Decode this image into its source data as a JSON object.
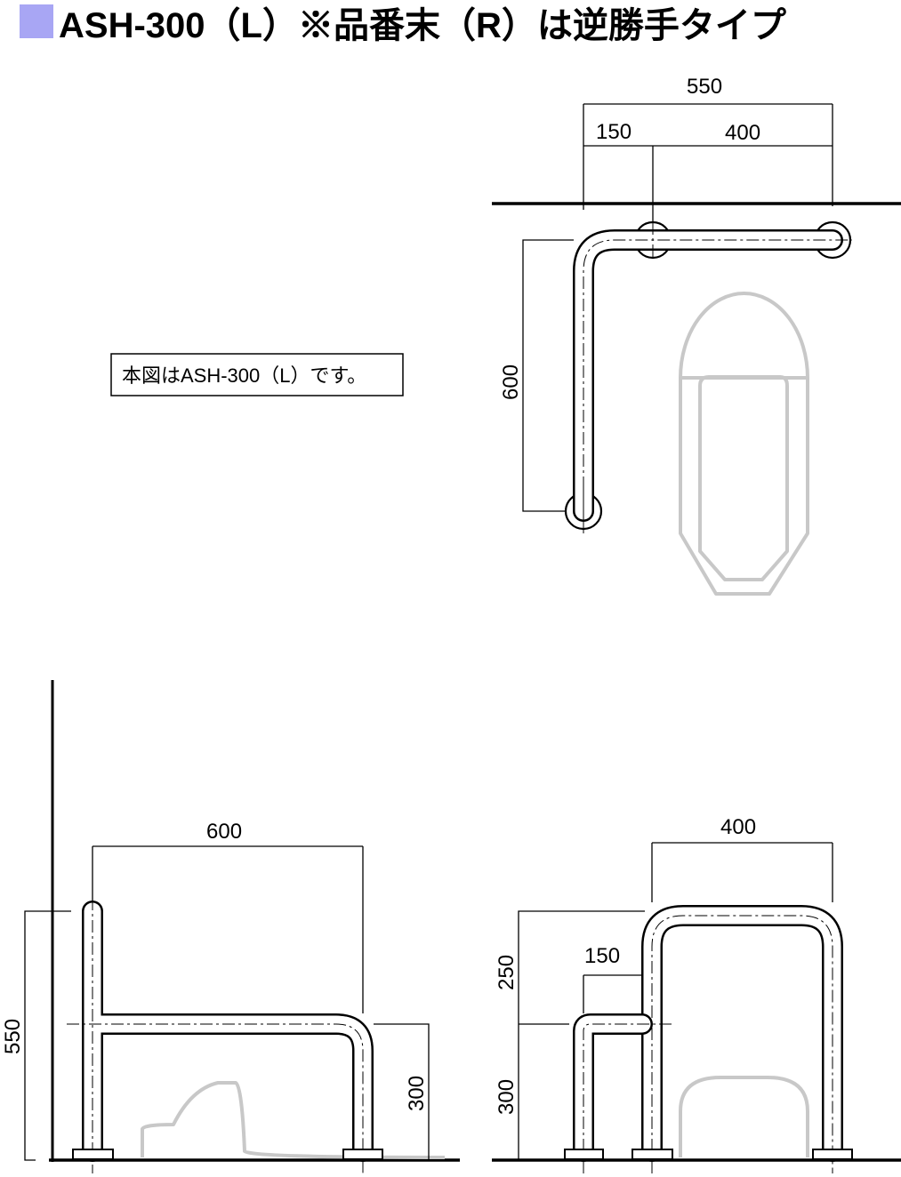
{
  "header": {
    "title": "ASH-300（L）※品番末（R）は逆勝手タイプ",
    "accent_color": "#a8a6f4"
  },
  "note_box": {
    "text": "本図はASH-300（L）です。"
  },
  "plan_view": {
    "dim_total": "550",
    "dim_left": "150",
    "dim_right": "400",
    "dim_depth": "600"
  },
  "side_view": {
    "dim_length": "600",
    "dim_height": "550",
    "dim_arm_height": "300"
  },
  "front_view": {
    "dim_width": "400",
    "dim_offset": "150",
    "dim_upper": "250",
    "dim_lower": "300"
  }
}
